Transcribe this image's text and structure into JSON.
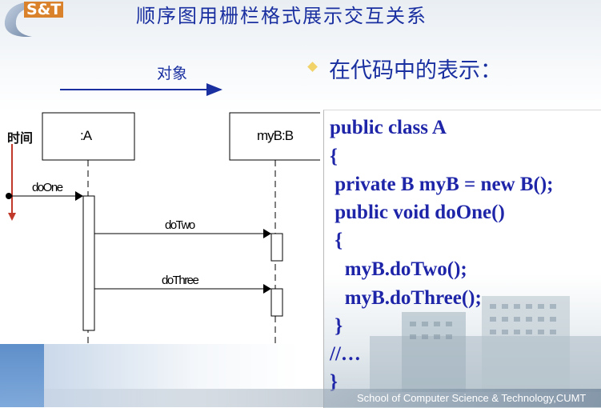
{
  "logo": {
    "text": "S&T",
    "icon": "letter-c-logo-icon"
  },
  "title": "顺序图用栅栏格式展示交互关系",
  "diagram": {
    "object_axis_label": "对象",
    "time_axis_label": "时间",
    "lifelines": [
      {
        "name": ":A"
      },
      {
        "name": "myB:B"
      }
    ],
    "messages": [
      {
        "label": "doOne"
      },
      {
        "label": "doTwo"
      },
      {
        "label": "doThree"
      }
    ]
  },
  "bullet": {
    "text": "在代码中的表示："
  },
  "code": {
    "lines": [
      "public class A",
      "{",
      " private B myB = new B();",
      " public void doOne()",
      " {",
      "   myB.doTwo();",
      "   myB.doThree();",
      " }",
      "//…",
      "}"
    ]
  },
  "footer": {
    "text": "School of Computer Science & Technology,CUMT"
  },
  "colors": {
    "title": "#1a2fa0",
    "code": "#1e25a8",
    "time_arrow": "#c0392b",
    "object_arrow": "#1a2fa0",
    "logo_accent": "#d9822b"
  }
}
